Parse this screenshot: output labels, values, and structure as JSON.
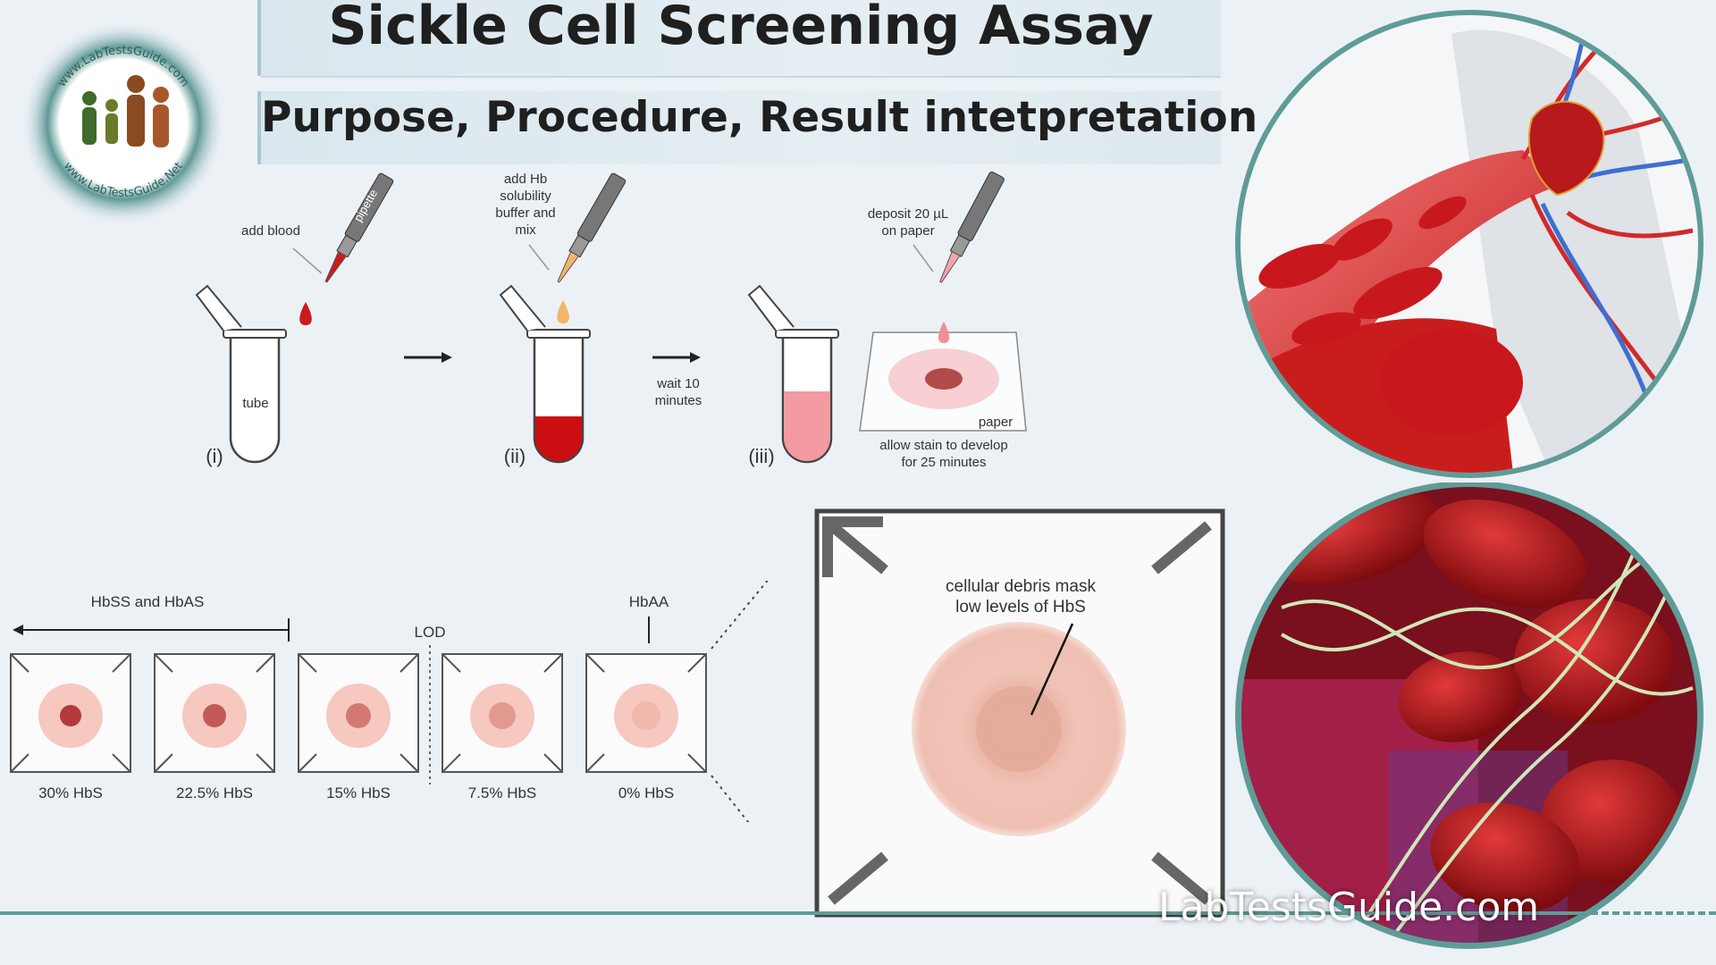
{
  "header": {
    "title": "Sickle Cell Screening Assay",
    "subtitle": "Purpose, Procedure, Result intetpretation"
  },
  "logo": {
    "text_top": "www.LabTestsGuide.com",
    "text_bottom": "www.LabTestsGuide.Net"
  },
  "procedure": {
    "step1": {
      "numeral": "(i)",
      "note": "add blood",
      "pipette_label": "pipette",
      "tube_label": "tube"
    },
    "step2": {
      "numeral": "(ii)",
      "note_lines": [
        "add Hb",
        "solubility",
        "buffer and",
        "mix"
      ]
    },
    "wait_lines": [
      "wait 10",
      "minutes"
    ],
    "step3": {
      "numeral": "(iii)"
    },
    "deposit_lines": [
      "deposit 20 µL",
      "on paper"
    ],
    "paper_label": "paper",
    "develop_lines": [
      "allow stain to develop",
      "for 25 minutes"
    ]
  },
  "results": {
    "group_left": "HbSS and HbAS",
    "lod": "LOD",
    "group_right": "HbAA",
    "spots": [
      {
        "label": "30% HbS",
        "level": 0.3
      },
      {
        "label": "22.5% HbS",
        "level": 0.225
      },
      {
        "label": "15% HbS",
        "level": 0.15
      },
      {
        "label": "7.5% HbS",
        "level": 0.075
      },
      {
        "label": "0% HbS",
        "level": 0.0
      }
    ],
    "zoom_note_lines": [
      "cellular debris mask",
      "low levels of HbS"
    ]
  },
  "watermark": "LabTestsGuide.com",
  "colors": {
    "accent_teal": "#5e9c98",
    "blood_red": "#cc1b1b",
    "buffer_orange": "#f2b66a",
    "pink": "#f3a3a9"
  }
}
